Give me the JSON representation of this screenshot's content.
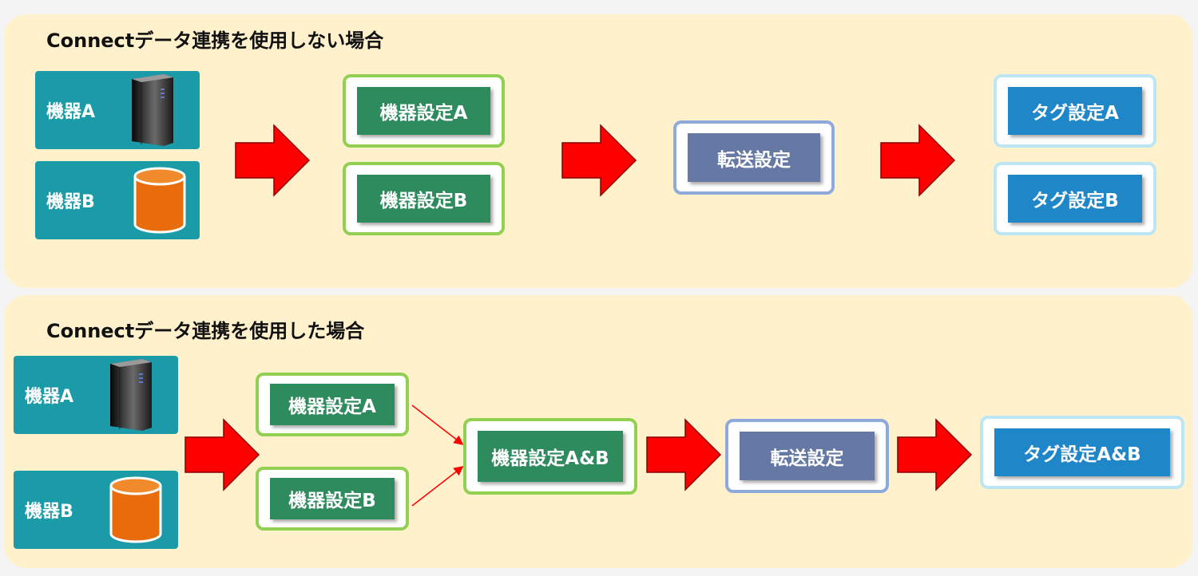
{
  "top": {
    "title": "Connectデータ連携を使用しない場合",
    "device_a": "機器A",
    "device_b": "機器B",
    "setting_a": "機器設定A",
    "setting_b": "機器設定B",
    "transfer": "転送設定",
    "tag_a": "タグ設定A",
    "tag_b": "タグ設定B"
  },
  "bottom": {
    "title": "Connectデータ連携を使用した場合",
    "device_a": "機器A",
    "device_b": "機器B",
    "setting_a": "機器設定A",
    "setting_b": "機器設定B",
    "setting_ab": "機器設定A&B",
    "transfer": "転送設定",
    "tag_ab": "タグ設定A&B"
  },
  "icons": [
    "server-icon",
    "database-icon",
    "red-arrow-icon"
  ],
  "colors": {
    "panel_bg": "#fef1cc",
    "device_bg": "#1a9ba7",
    "device_setting": "#2e8b5e",
    "transfer_setting": "#6579a4",
    "tag_setting": "#1f86c8",
    "arrow": "#ff0000"
  }
}
